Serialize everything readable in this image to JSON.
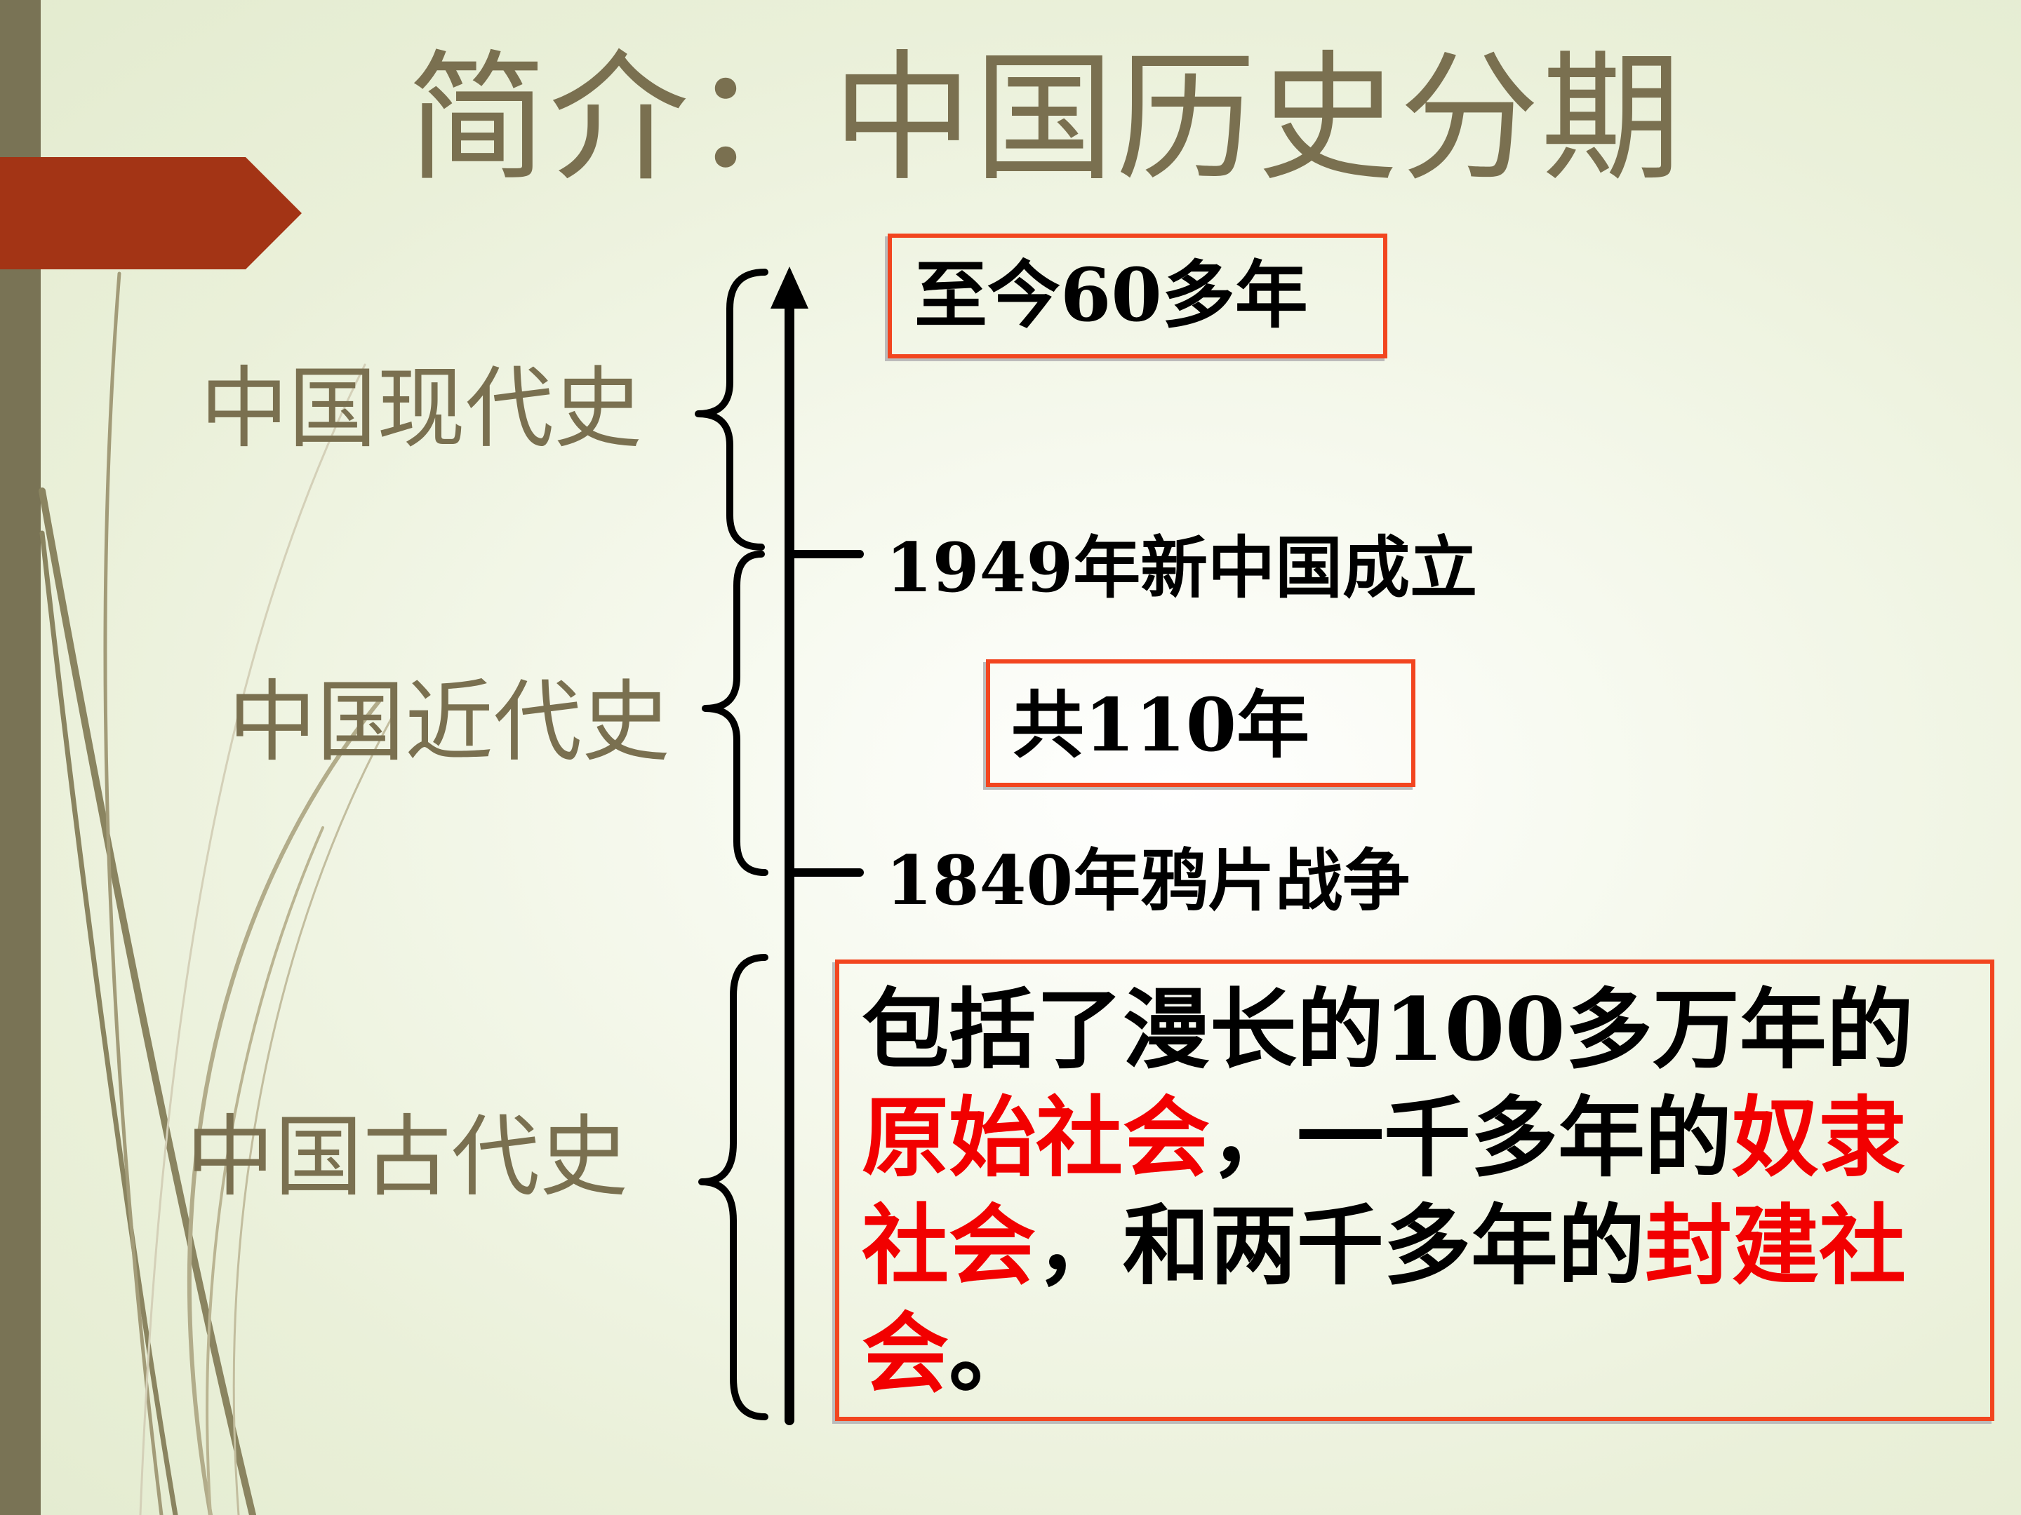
{
  "slide": {
    "title": "简介：中国历史分期",
    "eras": {
      "modern": "中国现代史",
      "early_modern": "中国近代史",
      "ancient": "中国古代史"
    },
    "events": {
      "e1949": "1949年新中国成立",
      "e1840": "1840年鸦片战争"
    },
    "boxes": {
      "modern_span": "至今60多年",
      "early_modern_span": "共110年"
    },
    "ancient_description": {
      "p1": "包括了漫长的100多万年的",
      "p2": "原始社会",
      "p3": "，一千多年的",
      "p4": "奴隶社会",
      "p5": "，和两千多年的",
      "p6": "封建社会",
      "p7": "。"
    }
  },
  "colors": {
    "accent_red": "#a33415",
    "side_strip": "#797355",
    "title_gray": "#7a7050",
    "box_border": "#f2451f",
    "highlight_red": "#f20000"
  }
}
